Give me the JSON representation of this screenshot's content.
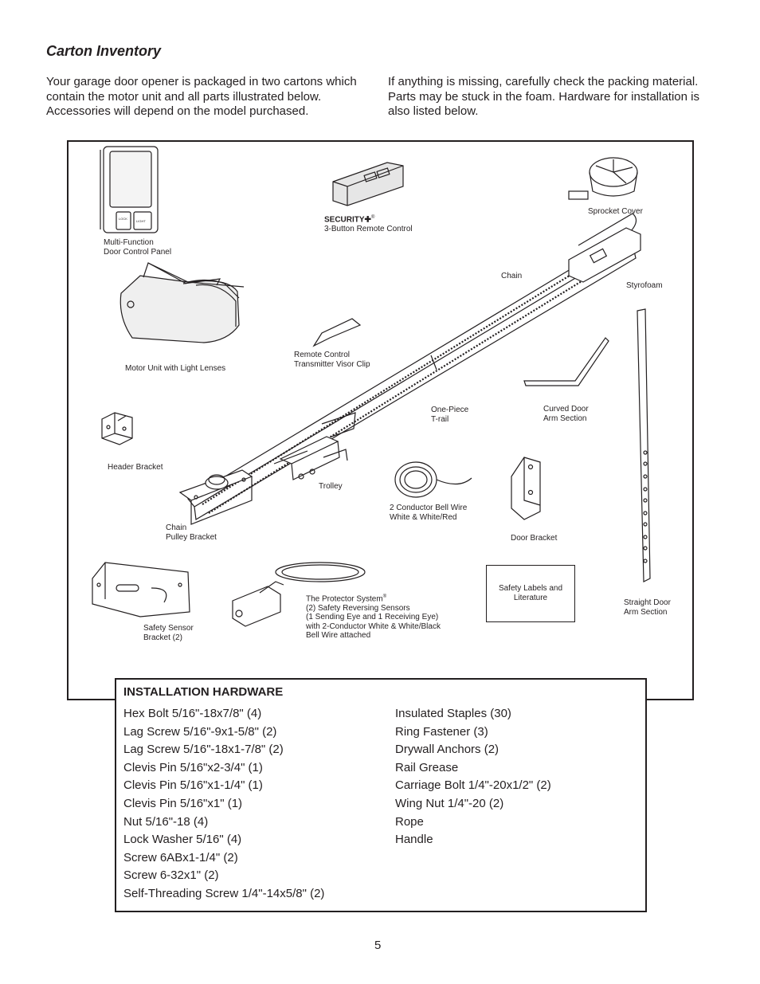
{
  "title": "Carton Inventory",
  "intro": {
    "left": "Your garage door opener is packaged in two cartons which contain the motor unit and all parts illustrated below. Accessories will depend on the model purchased.",
    "right": "If anything is missing, carefully check the packing material. Parts may be stuck in the foam. Hardware for installation is also listed below."
  },
  "figure_labels": {
    "control_panel": [
      "Multi-Function",
      "Door Control Panel"
    ],
    "control_panel_buttons": [
      "LOCK",
      "LIGHT"
    ],
    "remote_brand": "SECURITY✚",
    "remote_brand_mark": "®",
    "remote": "3-Button Remote Control",
    "sprocket_cover": "Sprocket Cover",
    "chain": "Chain",
    "styrofoam": "Styrofoam",
    "motor_unit": "Motor Unit with Light Lenses",
    "visor_clip": [
      "Remote Control",
      "Transmitter Visor Clip"
    ],
    "t_rail": [
      "One-Piece",
      "T-rail"
    ],
    "curved_arm": [
      "Curved Door",
      "Arm Section"
    ],
    "header_bracket": "Header Bracket",
    "trolley": "Trolley",
    "bell_wire": [
      "2 Conductor Bell Wire",
      "White & White/Red"
    ],
    "chain_pulley": [
      "Chain",
      "Pulley Bracket"
    ],
    "door_bracket": "Door Bracket",
    "safety_labels": [
      "Safety Labels",
      "and",
      "Literature"
    ],
    "straight_arm": [
      "Straight Door",
      "Arm Section"
    ],
    "sensor_bracket": [
      "Safety Sensor",
      "Bracket (2)"
    ],
    "protector": {
      "name": "The Protector System",
      "mark": "®",
      "lines": [
        "(2) Safety Reversing Sensors",
        "(1 Sending Eye and 1 Receiving Eye)",
        "with 2-Conductor White & White/Black",
        "Bell Wire attached"
      ]
    }
  },
  "hardware": {
    "title": "INSTALLATION HARDWARE",
    "col1": [
      "Hex Bolt 5/16\"-18x7/8\" (4)",
      "Lag Screw 5/16\"-9x1-5/8\" (2)",
      "Lag Screw 5/16\"-18x1-7/8\" (2)",
      "Clevis Pin 5/16\"x2-3/4\" (1)",
      "Clevis Pin 5/16\"x1-1/4\" (1)",
      "Clevis Pin 5/16\"x1\" (1)",
      "Nut 5/16\"-18 (4)",
      "Lock Washer 5/16\" (4)",
      "Screw 6ABx1-1/4\" (2)",
      "Screw 6-32x1\" (2)",
      "Self-Threading Screw 1/4\"-14x5/8\" (2)"
    ],
    "col2": [
      "Insulated Staples (30)",
      "Ring Fastener (3)",
      "Drywall Anchors (2)",
      "Rail Grease",
      "Carriage Bolt 1/4\"-20x1/2\" (2)",
      "Wing Nut 1/4\"-20 (2)",
      "Rope",
      "Handle"
    ]
  },
  "page_number": "5"
}
